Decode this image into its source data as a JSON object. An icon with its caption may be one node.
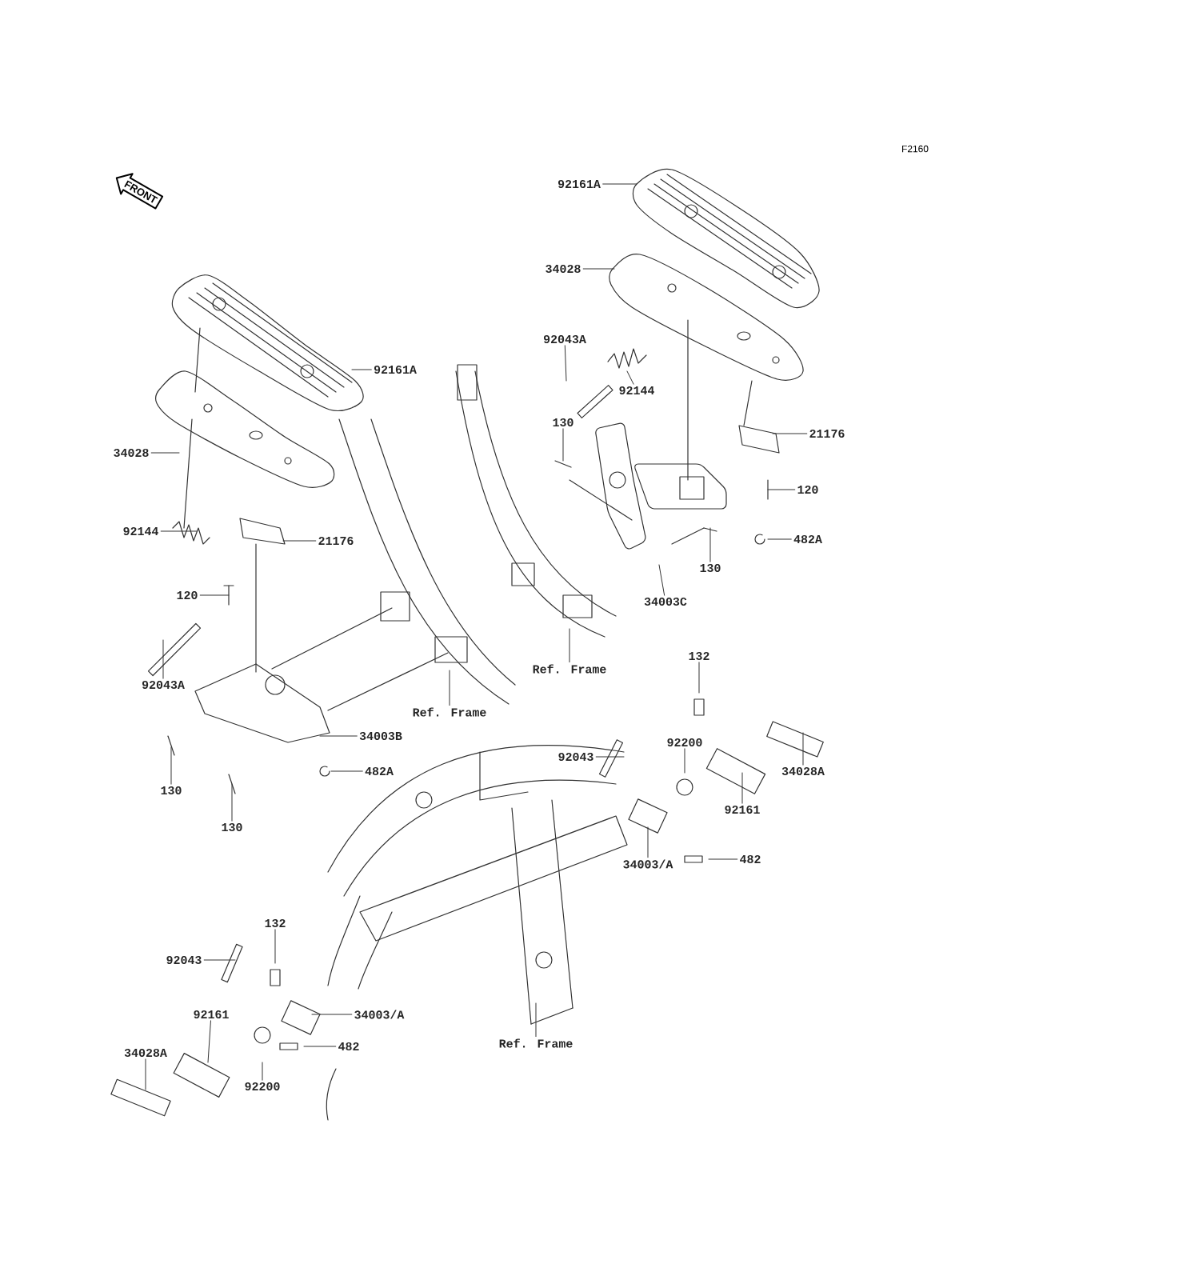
{
  "diagram": {
    "nodes": [
      {
        "text": [
          "FRONT"
        ]
      },
      {
        "text": [
          "92161A"
        ]
      },
      {
        "text": [
          "34028"
        ]
      },
      {
        "text": [
          "92043A"
        ]
      },
      {
        "text": [
          "92161A"
        ]
      },
      {
        "text": [
          "92144"
        ]
      },
      {
        "text": [
          "130"
        ]
      },
      {
        "text": [
          "21176"
        ]
      },
      {
        "text": [
          "34028"
        ]
      },
      {
        "text": [
          "120"
        ]
      },
      {
        "text": [
          "92144"
        ]
      },
      {
        "text": [
          "21176"
        ]
      },
      {
        "text": [
          "482A"
        ]
      },
      {
        "text": [
          "130"
        ]
      },
      {
        "text": [
          "120"
        ]
      },
      {
        "text": [
          "34003C"
        ]
      },
      {
        "text": [
          "132"
        ]
      },
      {
        "text": [
          "Ref. Frame"
        ]
      },
      {
        "text": [
          "92043A"
        ]
      },
      {
        "text": [
          "Ref. Frame"
        ]
      },
      {
        "text": [
          "34003B"
        ]
      },
      {
        "text": [
          "92200"
        ]
      },
      {
        "text": [
          "92043"
        ]
      },
      {
        "text": [
          "34028A"
        ]
      },
      {
        "text": [
          "482A"
        ]
      },
      {
        "text": [
          "130"
        ]
      },
      {
        "text": [
          "92161"
        ]
      },
      {
        "text": [
          "130"
        ]
      },
      {
        "text": [
          "482"
        ]
      },
      {
        "text": [
          "34003/A"
        ]
      },
      {
        "text": [
          "132"
        ]
      },
      {
        "text": [
          "92043"
        ]
      },
      {
        "text": [
          "34003/A"
        ]
      },
      {
        "text": [
          "92161"
        ]
      },
      {
        "text": [
          "Ref. Frame"
        ]
      },
      {
        "text": [
          "482"
        ]
      },
      {
        "text": [
          "34028A"
        ]
      },
      {
        "text": [
          "92200"
        ]
      }
    ],
    "edges": [
      {
        "from": 1,
        "to": null,
        "arrow": "none"
      },
      {
        "from": 2,
        "to": null,
        "arrow": "none"
      },
      {
        "from": 3,
        "to": null,
        "arrow": "none"
      },
      {
        "from": 4,
        "to": null,
        "arrow": "none"
      },
      {
        "from": 5,
        "to": null,
        "arrow": "none"
      },
      {
        "from": 6,
        "to": null,
        "arrow": "none"
      },
      {
        "from": 7,
        "to": null,
        "arrow": "none"
      },
      {
        "from": 8,
        "to": null,
        "arrow": "none"
      },
      {
        "from": 9,
        "to": null,
        "arrow": "none"
      },
      {
        "from": 10,
        "to": null,
        "arrow": "none"
      },
      {
        "from": 11,
        "to": null,
        "arrow": "none"
      },
      {
        "from": 12,
        "to": null,
        "arrow": "none"
      },
      {
        "from": 13,
        "to": null,
        "arrow": "none"
      },
      {
        "from": 14,
        "to": null,
        "arrow": "none"
      },
      {
        "from": 15,
        "to": null,
        "arrow": "none"
      },
      {
        "from": 16,
        "to": null,
        "arrow": "none"
      },
      {
        "from": 17,
        "to": null,
        "arrow": "none"
      },
      {
        "from": 18,
        "to": null,
        "arrow": "none"
      },
      {
        "from": 19,
        "to": null,
        "arrow": "none"
      },
      {
        "from": 20,
        "to": null,
        "arrow": "none"
      },
      {
        "from": 21,
        "to": null,
        "arrow": "none"
      },
      {
        "from": 22,
        "to": null,
        "arrow": "none"
      },
      {
        "from": 23,
        "to": null,
        "arrow": "none"
      },
      {
        "from": 24,
        "to": null,
        "arrow": "none"
      },
      {
        "from": 25,
        "to": null,
        "arrow": "none"
      },
      {
        "from": 26,
        "to": null,
        "arrow": "none"
      },
      {
        "from": 27,
        "to": null,
        "arrow": "none"
      },
      {
        "from": 28,
        "to": null,
        "arrow": "none"
      },
      {
        "from": 29,
        "to": null,
        "arrow": "none"
      },
      {
        "from": 30,
        "to": null,
        "arrow": "none"
      },
      {
        "from": 31,
        "to": null,
        "arrow": "none"
      },
      {
        "from": 32,
        "to": null,
        "arrow": "none"
      },
      {
        "from": 33,
        "to": null,
        "arrow": "none"
      },
      {
        "from": 34,
        "to": null,
        "arrow": "none"
      },
      {
        "from": 35,
        "to": null,
        "arrow": "none"
      },
      {
        "from": 36,
        "to": null,
        "arrow": "none"
      },
      {
        "from": 37,
        "to": null,
        "arrow": "none"
      }
    ],
    "labels": [
      "F2160"
    ]
  }
}
